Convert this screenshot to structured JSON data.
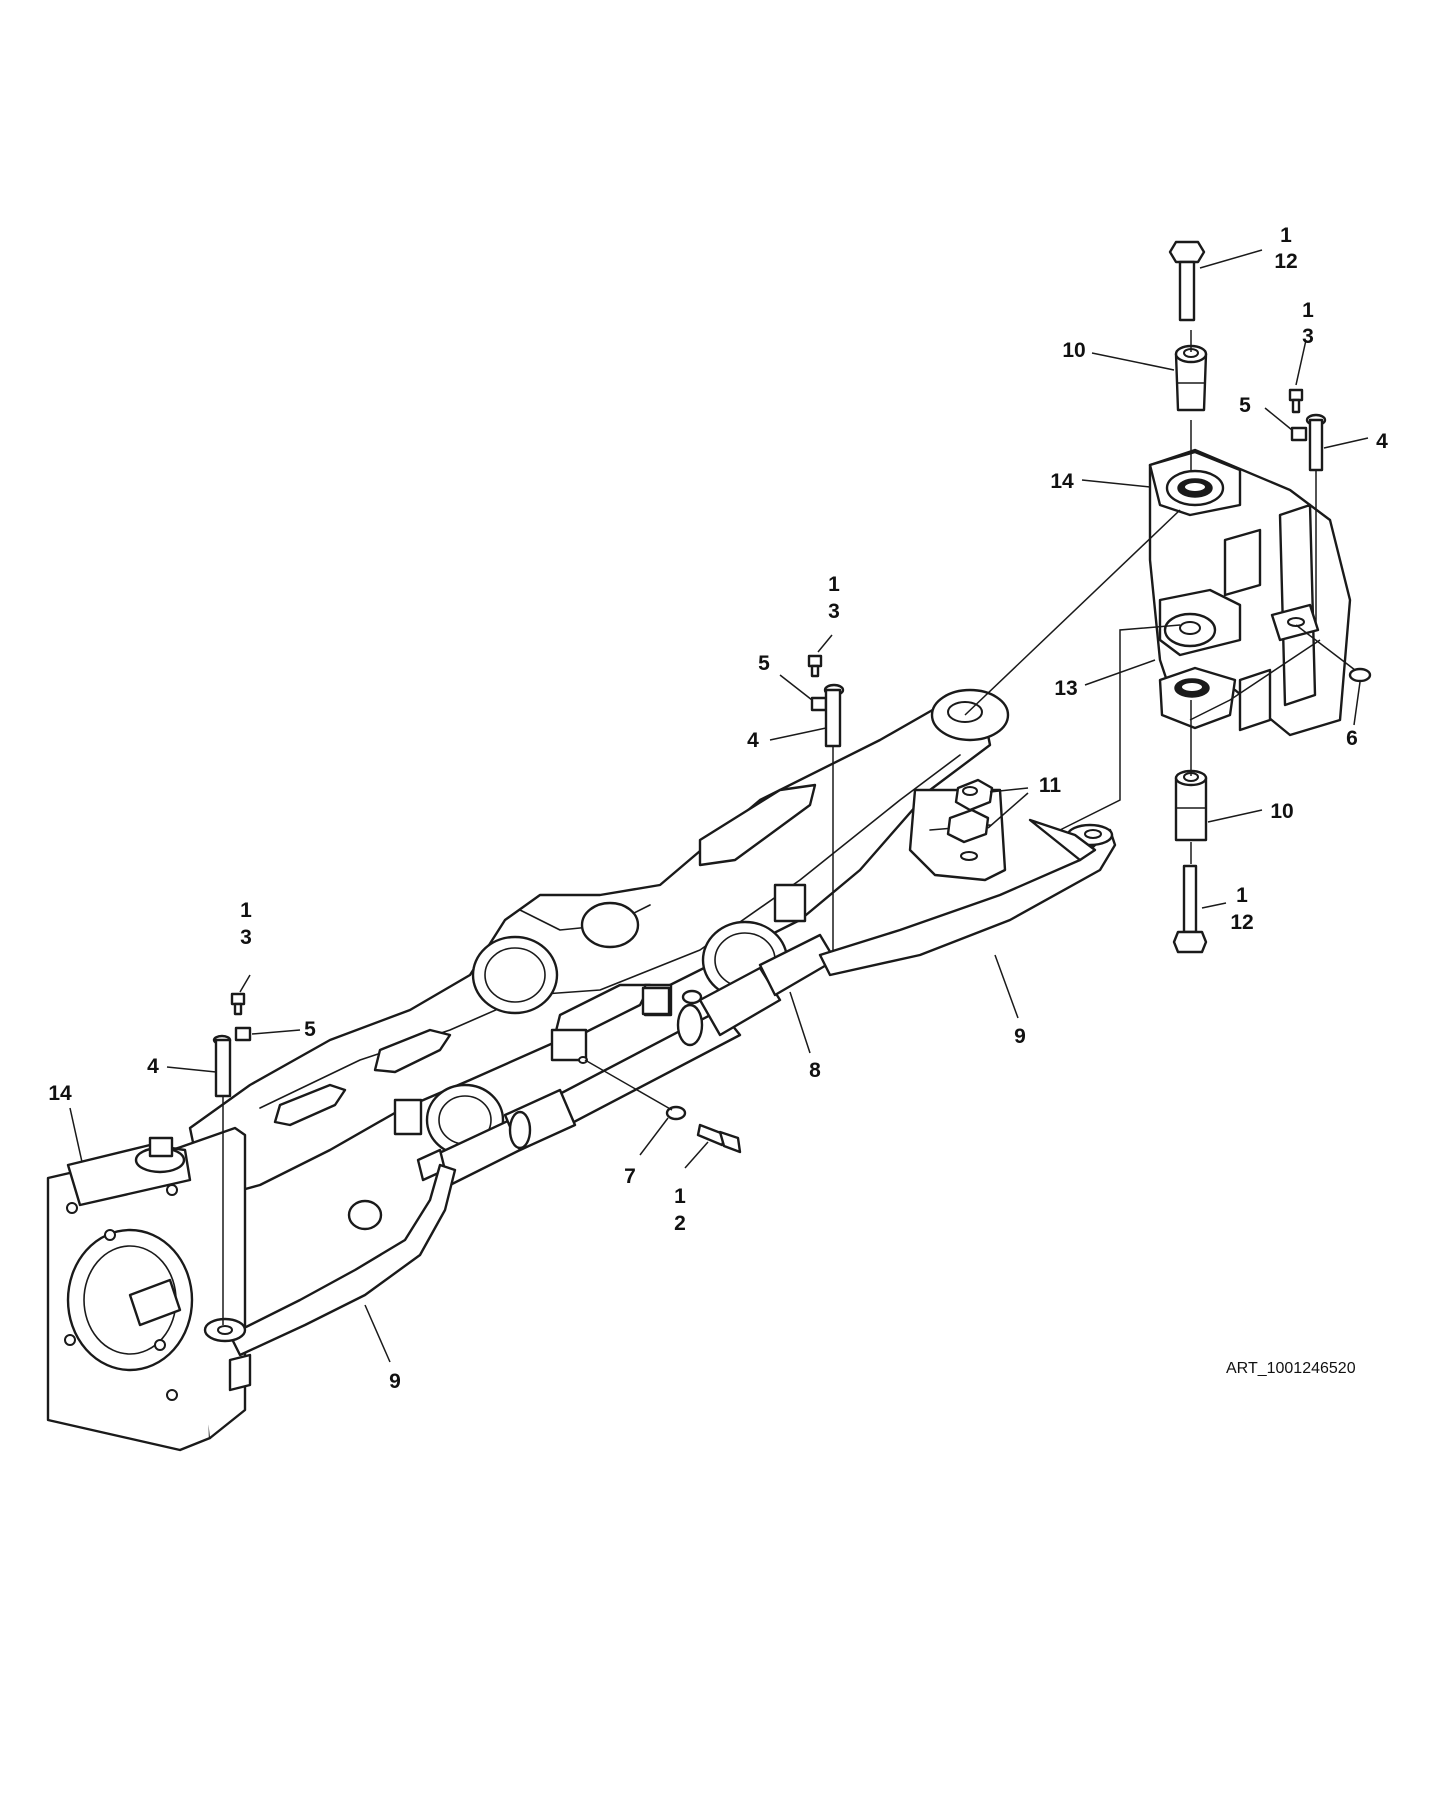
{
  "art_number": "ART_1001246520",
  "callouts": [
    {
      "id": "c-1-12-top",
      "lines": [
        "1",
        "12"
      ]
    },
    {
      "id": "c-1-3-right",
      "lines": [
        "1",
        "3"
      ]
    },
    {
      "id": "c-10-top",
      "lines": [
        "10"
      ]
    },
    {
      "id": "c-5-right",
      "lines": [
        "5"
      ]
    },
    {
      "id": "c-4-right",
      "lines": [
        "4"
      ]
    },
    {
      "id": "c-14-right",
      "lines": [
        "14"
      ]
    },
    {
      "id": "c-1-3-mid",
      "lines": [
        "1",
        "3"
      ]
    },
    {
      "id": "c-5-mid",
      "lines": [
        "5"
      ]
    },
    {
      "id": "c-4-mid",
      "lines": [
        "4"
      ]
    },
    {
      "id": "c-13",
      "lines": [
        "13"
      ]
    },
    {
      "id": "c-6",
      "lines": [
        "6"
      ]
    },
    {
      "id": "c-11",
      "lines": [
        "11"
      ]
    },
    {
      "id": "c-10-bottom",
      "lines": [
        "10"
      ]
    },
    {
      "id": "c-1-12-bottom",
      "lines": [
        "1",
        "12"
      ]
    },
    {
      "id": "c-9-right",
      "lines": [
        "9"
      ]
    },
    {
      "id": "c-8",
      "lines": [
        "8"
      ]
    },
    {
      "id": "c-1-3-left",
      "lines": [
        "1",
        "3"
      ]
    },
    {
      "id": "c-5-left",
      "lines": [
        "5"
      ]
    },
    {
      "id": "c-4-left",
      "lines": [
        "4"
      ]
    },
    {
      "id": "c-14-left",
      "lines": [
        "14"
      ]
    },
    {
      "id": "c-7",
      "lines": [
        "7"
      ]
    },
    {
      "id": "c-1-2",
      "lines": [
        "1",
        "2"
      ]
    },
    {
      "id": "c-9-left",
      "lines": [
        "9"
      ]
    }
  ]
}
